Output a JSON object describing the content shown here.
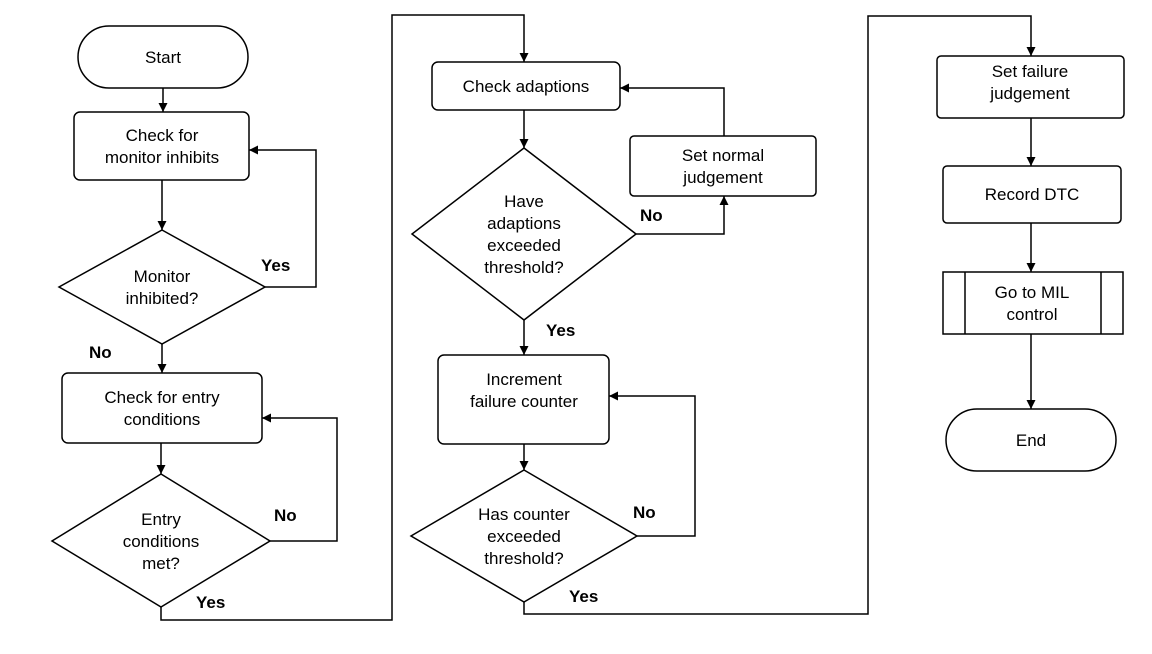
{
  "colors": {
    "line": "#000000",
    "fill": "#ffffff",
    "text": "#000000"
  },
  "nodes": {
    "start": {
      "lines": [
        "Start"
      ]
    },
    "check_inhibits": {
      "lines": [
        "Check for",
        "monitor inhibits"
      ]
    },
    "monitor_inhibited": {
      "lines": [
        "Monitor",
        "inhibited?"
      ]
    },
    "check_entry": {
      "lines": [
        "Check for entry",
        "conditions"
      ]
    },
    "entry_met": {
      "lines": [
        "Entry",
        "conditions",
        "met?"
      ]
    },
    "check_adaptions": {
      "lines": [
        "Check adaptions"
      ]
    },
    "adaptions_exceeded": {
      "lines": [
        "Have",
        "adaptions",
        "exceeded",
        "threshold?"
      ]
    },
    "set_normal": {
      "lines": [
        "Set normal",
        "judgement"
      ]
    },
    "increment_counter": {
      "lines": [
        "Increment",
        "failure counter"
      ]
    },
    "counter_exceeded": {
      "lines": [
        "Has counter",
        "exceeded",
        "threshold?"
      ]
    },
    "set_failure": {
      "lines": [
        "Set failure",
        "judgement"
      ]
    },
    "record_dtc": {
      "lines": [
        "Record DTC"
      ]
    },
    "go_to_mil": {
      "lines": [
        "Go to MIL",
        "control"
      ]
    },
    "end": {
      "lines": [
        "End"
      ]
    }
  },
  "edge_labels": {
    "inhibited_yes": "Yes",
    "inhibited_no": "No",
    "entry_no": "No",
    "entry_yes": "Yes",
    "adaptions_no": "No",
    "adaptions_yes": "Yes",
    "counter_no": "No",
    "counter_yes": "Yes"
  }
}
